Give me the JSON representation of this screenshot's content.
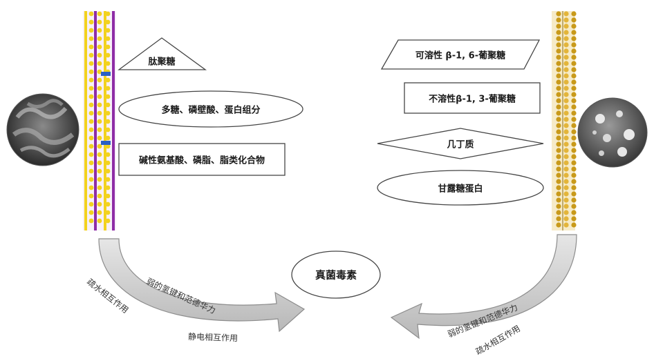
{
  "left_cell": {
    "labels": [
      {
        "id": "peptidoglycan",
        "text": "肽聚糖"
      },
      {
        "id": "polysaccharide",
        "text": "多糖、磷壁酸、蛋白组分"
      },
      {
        "id": "basic-amino",
        "text": "碱性氨基酸、磷脂、脂类化合物"
      }
    ]
  },
  "right_cell": {
    "labels": [
      {
        "id": "soluble-glucan",
        "text": "可溶性 β-1, 6-葡聚糖"
      },
      {
        "id": "insoluble-glucan",
        "text": "不溶性β-1, 3-葡聚糖"
      },
      {
        "id": "chitin",
        "text": "几丁质"
      },
      {
        "id": "mannoprotein",
        "text": "甘露糖蛋白"
      }
    ]
  },
  "center": {
    "toxin": "真菌毒素"
  },
  "interactions": {
    "left_hydrophobic": "疏水相互作用",
    "left_weak": "弱的氢键和范德华力",
    "left_electrostatic": "静电相互作用",
    "right_weak": "弱的氢键和范德华力",
    "right_hydrophobic": "疏水相互作用"
  },
  "colors": {
    "left_wall_purple": "#8e2ca6",
    "left_wall_yellow": "#f2d21e",
    "right_wall_gold": "#c99a1a",
    "arrow_gray": "#c8c8c8",
    "stroke": "#444444"
  }
}
